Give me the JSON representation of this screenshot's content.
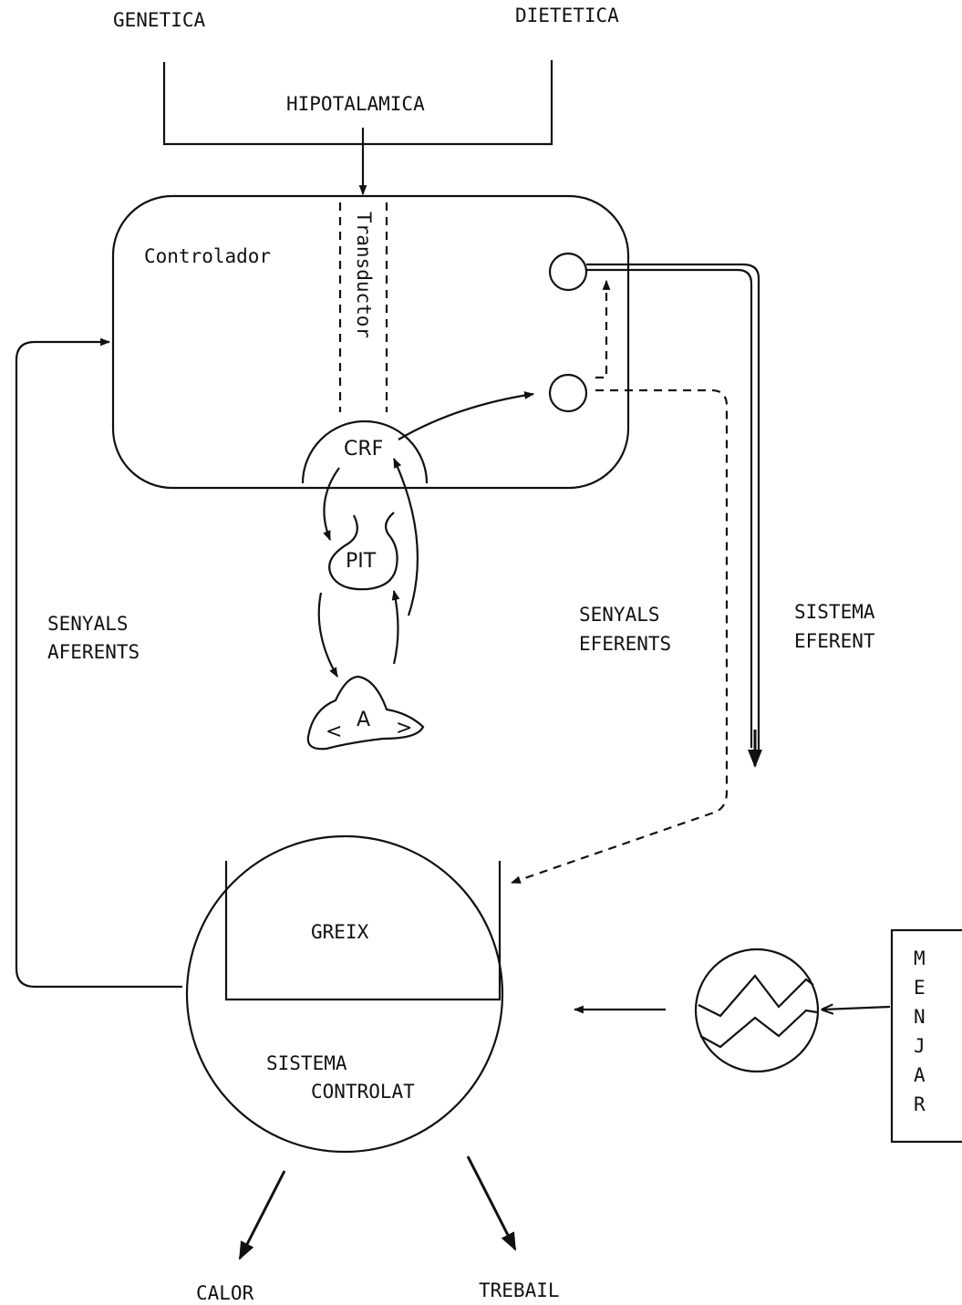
{
  "labels": {
    "genetica": "GENETICA",
    "dietetica": "DIETETICA",
    "hipotalamica": "HIPOTALAMICA",
    "controlador": "Controlador",
    "transductor": "Transductor",
    "crf": "CRF",
    "pit": "PIT",
    "adrenal": "A",
    "senyals_aferents": [
      "SENYALS",
      "AFERENTS"
    ],
    "senyals_eferents": [
      "SENYALS",
      "EFERENTS"
    ],
    "sistema_eferent": [
      "SISTEMA",
      "EFERENT"
    ],
    "greix": "GREIX",
    "sistema_controlat": [
      "SISTEMA",
      "CONTROLAT"
    ],
    "menjar": [
      "M",
      "E",
      "N",
      "J",
      "A",
      "R"
    ],
    "calor": "CALOR",
    "treball": "TREBAIL"
  }
}
